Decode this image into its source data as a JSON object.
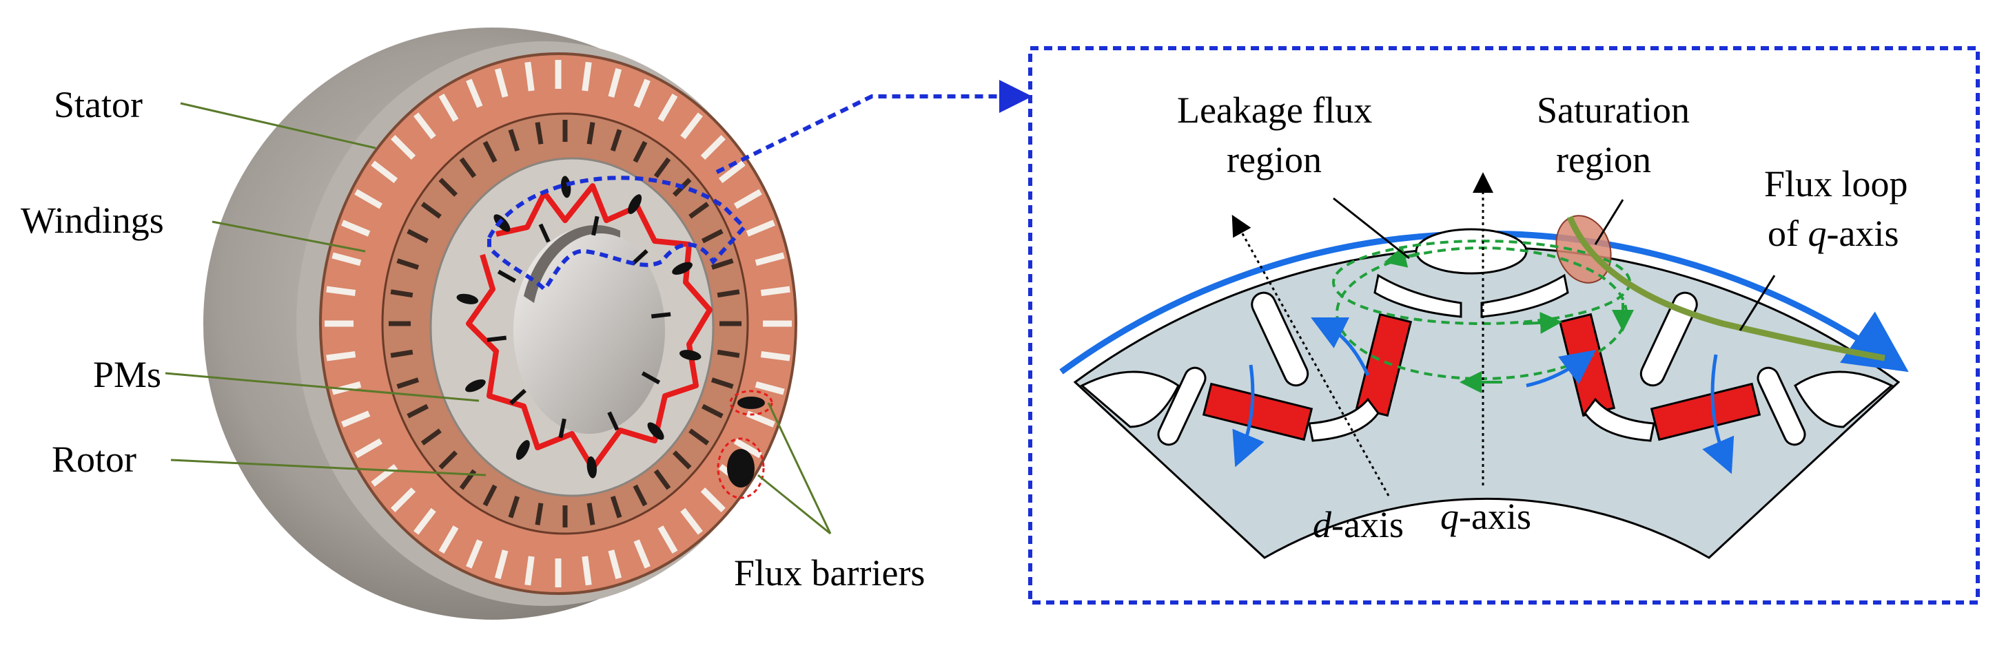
{
  "left_labels": {
    "stator": "Stator",
    "windings": "Windings",
    "pms": "PMs",
    "rotor": "Rotor",
    "flux_barriers": "Flux barriers"
  },
  "right_labels": {
    "leakage_flux_line1": "Leakage flux",
    "leakage_flux_line2": "region",
    "saturation_line1": "Saturation",
    "saturation_line2": "region",
    "flux_loop_line1": "Flux loop",
    "flux_loop_line2_pre": "of ",
    "flux_loop_line2_q": "q",
    "flux_loop_line2_post": "-axis",
    "d_axis_letter": "d",
    "d_axis_suffix": "-axis",
    "q_axis_letter": "q",
    "q_axis_suffix": "-axis"
  },
  "colors": {
    "stator_body": "#a9a39d",
    "copper": "#d9866a",
    "rotor_face": "#cfcac4",
    "pm_red": "#e61b1b",
    "core_fill": "#c9d6dc",
    "dashed_box": "#1a2fd6",
    "flux_blue": "#1a6ee6",
    "leakage_green": "#1fa03a",
    "flux_loop_green": "#7a9a3a",
    "leader_green": "#5a7a2a",
    "saturation_fill": "#d98a72"
  }
}
